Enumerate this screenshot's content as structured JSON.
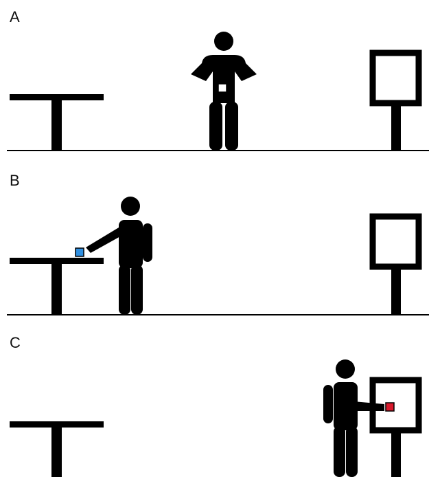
{
  "panels": [
    {
      "label": "A",
      "held_item_color": "#ffffff",
      "held_item_location": "at-waist"
    },
    {
      "label": "B",
      "held_item_color": "#2f8fe0",
      "held_item_location": "on-table"
    },
    {
      "label": "C",
      "held_item_color": "#d8192b",
      "held_item_location": "in-frame"
    }
  ],
  "colors": {
    "figure": "#000000",
    "background": "#ffffff"
  }
}
